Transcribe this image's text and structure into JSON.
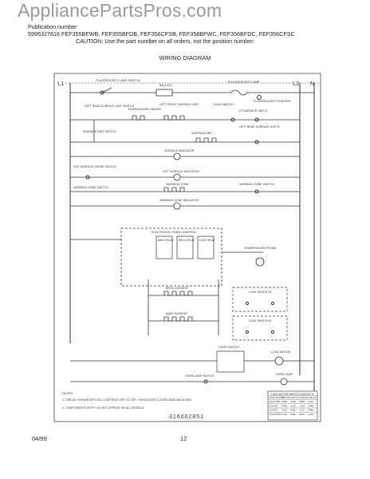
{
  "watermark": "AppliancePartsPros.com",
  "header": {
    "line1": "Publication number",
    "line2": "5995327816   FEF355BFWB, FEF355BFDB, FEF356CFSB, FEF358BFWC, FEF356BFDC, FEF356CFSC",
    "line3": "CAUTION:  Use the part number on all orders, not the position number."
  },
  "diagram": {
    "title": "WIRING DIAGRAM",
    "line_left": "L1",
    "line_right": "L2",
    "neutral": "N",
    "labels": {
      "fl_lamp_switch": "FLUORESCENT LAMP SWITCH",
      "ballast": "BALLAST",
      "fl_lamp": "FLUORESCENT LAMP",
      "fl_starter": "FLUORESCENT STARTER",
      "left_rear_switch": "LEFT REAR SURFACE UNIT SWITCH",
      "temp_limiter": "TEMPERATURE LIMITER",
      "left_front_unit": "LEFT FRONT SURFACE UNIT",
      "dual_switch": "DUAL SWITCH",
      "lf_unit_6": "LF SURFACE UNIT 6\"",
      "lr_unit_6": "LEFT REAR SURFACE UNIT 6\"",
      "rear_unit_switch": "SURFACE UNIT SWITCH",
      "surface_unit": "SURFACE UNIT",
      "surface_indicator": "SURFACE INDICATOR",
      "hot_surface_switch": "HOT SURFACE SENSE SWITCH",
      "hot_surface_indicator": "HOT SURFACE INDICATOR",
      "warming_zone_switch": "WARMING ZONE SWITCH",
      "warming_zone": "WARMING ZONE",
      "warming_zone_sw2": "WARMING ZONE SWITCH",
      "warming_zone_ind": "WARMING ZONE INDICATOR",
      "eoc": "ELECTRONIC OVEN CONTROL",
      "bake_relay": "BAKE RELAY",
      "broil_relay": "BROIL RELAY",
      "lock_relay": "LOCK RELAY",
      "temp_probe": "TEMPERATURE PROBE",
      "broil_element": "BROIL ELEMENT",
      "bake_element": "BAKE ELEMENT",
      "lock_switch_b": "LOCK SWITCH B",
      "lock_switch_a": "LOCK SWITCH A",
      "door_switch": "DOOR SWITCH",
      "lock_motor": "LOCK MOTOR",
      "oven_lamp_switch": "OVEN LAMP SWITCH",
      "oven_lamp": "OVEN LAMP"
    },
    "notes": {
      "title": "NOTES:",
      "n1": "1. CIRCUIT SHOWN WITH ALL CONTROLS SET TO OFF, OVEN DOOR CLOSED AND UNLOCKED.",
      "n2": "2. COMPONENTS WITH * DO NOT APPEAR ON ALL MODELS."
    },
    "part_number": "316002851",
    "table": {
      "title": "LOCK MOTOR SWITCH CONTACTS",
      "headers": [
        "CAM POSITION",
        "COM-NO",
        "COM-NC",
        "COM-NO",
        "COM-NC"
      ],
      "rows": [
        [
          "UNLOCKED",
          "OPEN",
          "CLSD",
          "OPEN",
          "CLSD"
        ],
        [
          "LOCKING",
          "OPEN",
          "CLSD",
          "CLSD",
          "OPEN"
        ],
        [
          "LOCKED",
          "CLSD",
          "OPEN",
          "CLSD",
          "OPEN"
        ],
        [
          "UNLOCKING",
          "CLSD",
          "OPEN",
          "OPEN",
          "CLSD"
        ]
      ]
    }
  },
  "footer": {
    "date": "04/99",
    "page": "12"
  }
}
